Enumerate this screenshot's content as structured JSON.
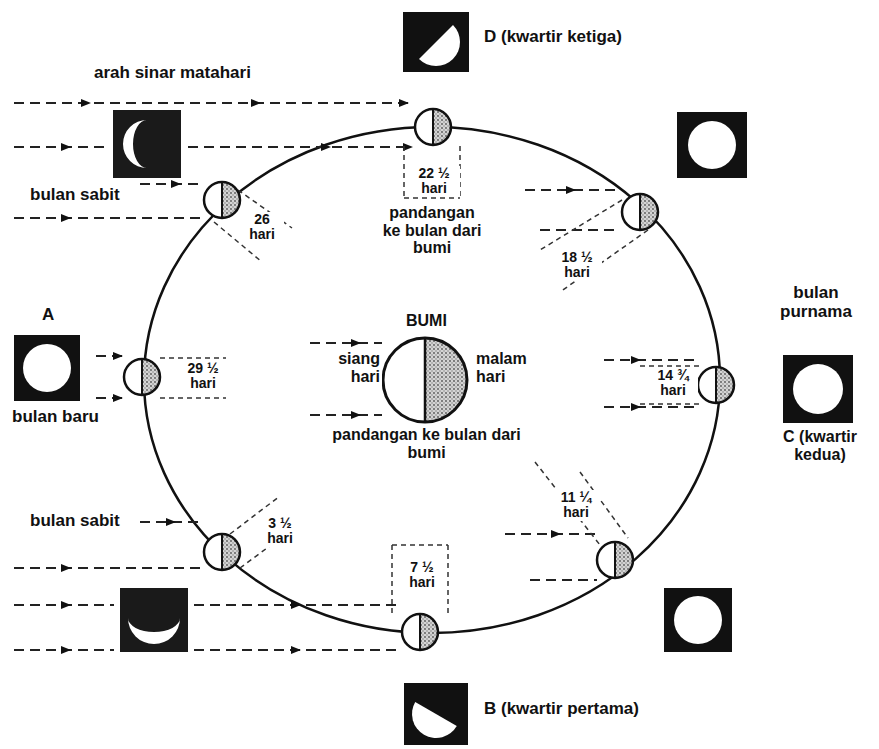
{
  "diagram": {
    "labels": [
      "D (kwartir ketiga)",
      "arah sinar matahari",
      "bulan sabit",
      "22 ½ hari",
      "pandangan ke bulan dari bumi",
      "26 hari",
      "18 ½ hari",
      "A",
      "29 ½ hari",
      "BUMI",
      "siang hari",
      "malam hari",
      "bulan purnama",
      "14 ¾ hari",
      "bulan baru",
      "pandangan ke bulan dari bumi",
      "C (kwartir kedua)",
      "11 ¼ hari",
      "3 ½ hari",
      "bulan sabit",
      "7 ½ hari",
      "B (kwartir pertama)"
    ]
  }
}
